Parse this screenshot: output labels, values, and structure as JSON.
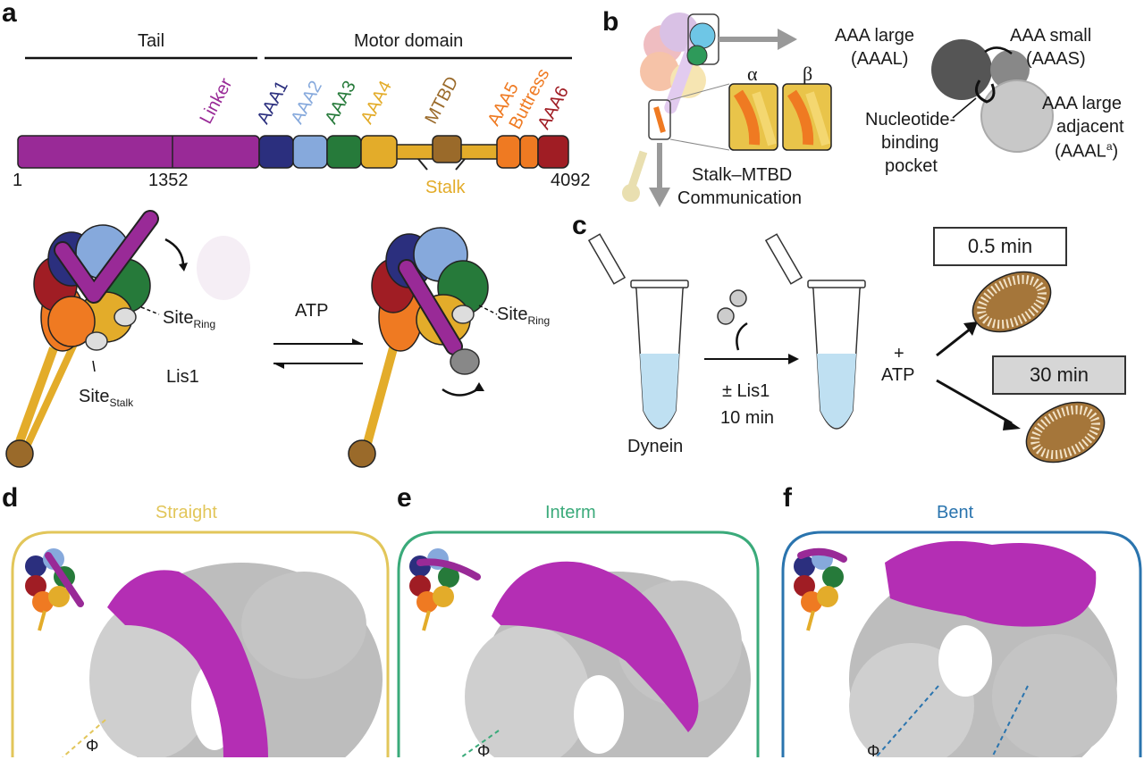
{
  "panels": {
    "a": "a",
    "b": "b",
    "c": "c",
    "d": "d",
    "e": "e",
    "f": "f"
  },
  "domain_bar": {
    "tail_label": "Tail",
    "motor_label": "Motor domain",
    "segments": [
      {
        "name": "Linker",
        "color": "#992a97"
      },
      {
        "name": "AAA1",
        "color": "#2b2f7e"
      },
      {
        "name": "AAA2",
        "color": "#86a9dc"
      },
      {
        "name": "AAA3",
        "color": "#267a3a"
      },
      {
        "name": "AAA4",
        "color": "#e3ac2a"
      },
      {
        "name": "MTBD",
        "color": "#9a6a2a"
      },
      {
        "name": "AAA5",
        "color": "#ef7a22"
      },
      {
        "name": "Buttress",
        "color": "#ef7a22"
      },
      {
        "name": "AAA6",
        "color": "#a01d24"
      }
    ],
    "stalk_label": "Stalk",
    "stalk_color": "#e3ac2a",
    "ticks": {
      "start": "1",
      "mid": "1352",
      "end": "4092"
    }
  },
  "scheme_a": {
    "site_ring": "Site",
    "site_ring_sub": "Ring",
    "site_stalk": "Site",
    "site_stalk_sub": "Stalk",
    "lis1": "Lis1",
    "atp": "ATP"
  },
  "panel_b": {
    "alpha": "α",
    "beta": "β",
    "caption_line1": "Stalk–MTBD",
    "caption_line2": "Communication",
    "aaal_line1": "AAA large",
    "aaal_line2": "(AAAL)",
    "aaas_line1": "AAA small",
    "aaas_line2": "(AAAS)",
    "pocket_line1": "Nucleotide-",
    "pocket_line2": "binding",
    "pocket_line3": "pocket",
    "adj_line1": "AAA large",
    "adj_line2": "adjacent",
    "adj_line3": "(AAAL",
    "adj_sup": "a",
    "adj_close": ")"
  },
  "panel_c": {
    "dynein": "Dynein",
    "lis1_line1": "± Lis1",
    "lis1_line2": "10 min",
    "plus": "+",
    "atp": "ATP",
    "t1": "0.5 min",
    "t2": "30 min"
  },
  "states": {
    "d": {
      "title": "Straight",
      "color": "#e2c65a"
    },
    "e": {
      "title": "Interm",
      "color": "#3aaa7a"
    },
    "f": {
      "title": "Bent",
      "color": "#2a74ae"
    }
  },
  "symbols": {
    "phi": "Φ"
  }
}
